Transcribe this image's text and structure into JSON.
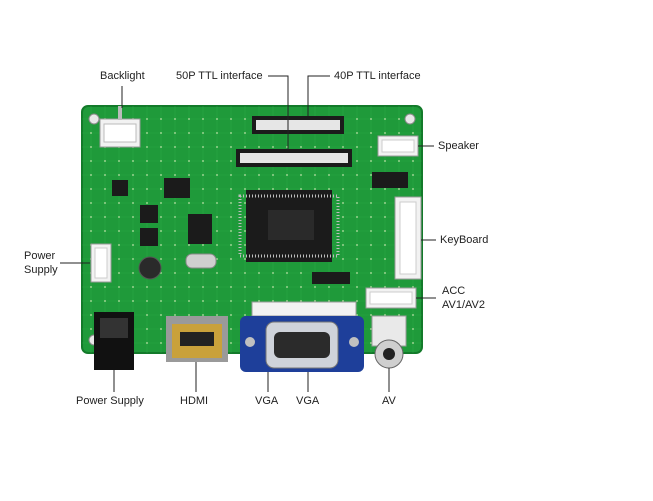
{
  "labels": {
    "backlight": "Backlight",
    "ttl50": "50P TTL interface",
    "ttl40": "40P TTL interface",
    "speaker": "Speaker",
    "power_supply_left_line1": "Power",
    "power_supply_left_line2": "Supply",
    "keyboard": "KeyBoard",
    "acc": "ACC",
    "av12": "AV1/AV2",
    "power_supply_bottom": "Power Supply",
    "hdmi": "HDMI",
    "vga1": "VGA",
    "vga2": "VGA",
    "av": "AV"
  },
  "colors": {
    "pcb": "#1f9a3a",
    "pcb_dark": "#137a2a",
    "trace": "#3cc35a",
    "chip": "#1b1b1b",
    "connector_white": "#f2f2f2",
    "vga_blue": "#1e3f9a",
    "gold": "#c9a13b",
    "leader": "#222222"
  }
}
